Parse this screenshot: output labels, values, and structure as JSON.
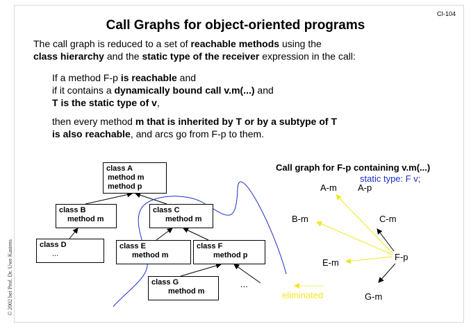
{
  "slide_id": "CI-104",
  "title": "Call Graphs for object-oriented programs",
  "intro": {
    "t1": "The call graph is reduced to a set of ",
    "b1": "reachable methods",
    "t2": " using the",
    "b2": "class hierarchy",
    "t3": " and the ",
    "b3": "static type of the receiver",
    "t4": " expression in the call:"
  },
  "rule": {
    "l1a": "If a method F-p ",
    "l1b": "is reachable",
    "l1c": " and",
    "l2a": "if it contains a ",
    "l2b": "dynamically bound call v.m(...)",
    "l2c": " and",
    "l3a": "T is the static type of v",
    "l3b": ","
  },
  "conclusion": {
    "l1a": "then every method ",
    "l1b": "m that is inherited by T or by a subtype of T",
    "l2a": "is also reachable",
    "l2b": ", and arcs go from F-p to them."
  },
  "copyright": "© 2002 bei Prof. Dr. Uwe Kastens",
  "hierarchy": {
    "A": {
      "name": "class A",
      "methods": [
        "method m",
        "method p"
      ]
    },
    "B": {
      "name": "class B",
      "methods": [
        "method m"
      ]
    },
    "C": {
      "name": "class C",
      "methods": [
        "method m"
      ]
    },
    "D": {
      "name": "class D",
      "methods": [
        "..."
      ]
    },
    "E": {
      "name": "class E",
      "methods": [
        "method m"
      ]
    },
    "F": {
      "name": "class F",
      "methods": [
        "method p"
      ]
    },
    "G": {
      "name": "class G",
      "methods": [
        "method m"
      ]
    },
    "more": "..."
  },
  "call_graph": {
    "title": "Call graph for F-p containing v.m(...)",
    "static_type": "static type: F v;",
    "nodes": {
      "Am": "A-m",
      "Ap": "A-p",
      "Bm": "B-m",
      "Cm": "C-m",
      "Em": "E-m",
      "Fp": "F-p",
      "Gm": "G-m"
    },
    "legend_eliminated": "eliminated"
  },
  "colors": {
    "boundary": "#1a2fc8",
    "eliminated": "#f2e620",
    "arc": "#000000"
  }
}
